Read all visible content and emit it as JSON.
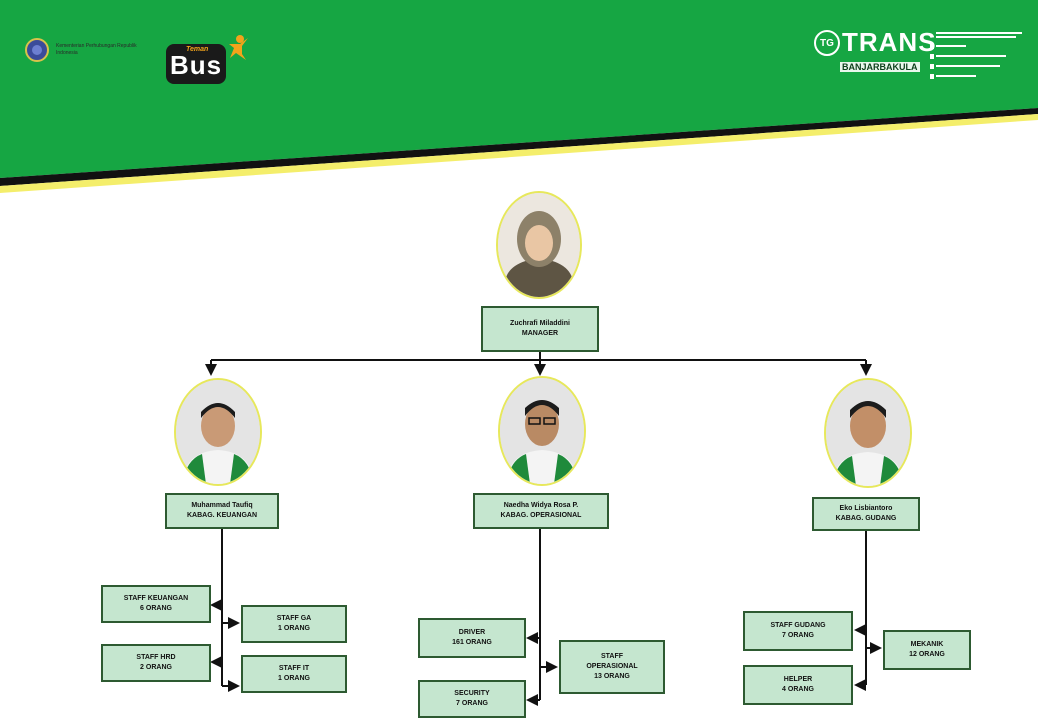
{
  "header": {
    "ministry_name": "Kementerian Perhubungan Republik Indonesia",
    "logo_left_small": "Teman",
    "logo_left_big": "Bus",
    "logo_right_mark": "TG",
    "logo_right_big": "TRANS",
    "logo_right_sub": "BANJARBAKULA",
    "colors": {
      "banner": "#16a643",
      "stripe_dark": "#111111",
      "stripe_light": "#f4ee6b"
    }
  },
  "manager": {
    "name": "Zuchrafi Miladdini",
    "role": "MANAGER"
  },
  "heads": [
    {
      "name": "Muhammad Taufiq",
      "role": "KABAG. KEUANGAN"
    },
    {
      "name": "Naedha Widya Rosa P.",
      "role": "KABAG. OPERASIONAL"
    },
    {
      "name": "Eko Lisbiantoro",
      "role": "KABAG. GUDANG"
    }
  ],
  "staff": {
    "keuangan": [
      {
        "title": "STAFF KEUANGAN",
        "count": "6 ORANG"
      },
      {
        "title": "STAFF GA",
        "count": "1 ORANG"
      },
      {
        "title": "STAFF HRD",
        "count": "2 ORANG"
      },
      {
        "title": "STAFF IT",
        "count": "1 ORANG"
      }
    ],
    "operasional": [
      {
        "title": "DRIVER",
        "count": "161 ORANG"
      },
      {
        "title": "STAFF OPERASIONAL",
        "count": "13 ORANG"
      },
      {
        "title": "SECURITY",
        "count": "7 ORANG"
      }
    ],
    "gudang": [
      {
        "title": "STAFF GUDANG",
        "count": "7 ORANG"
      },
      {
        "title": "MEKANIK",
        "count": "12 ORANG"
      },
      {
        "title": "HELPER",
        "count": "4 ORANG"
      }
    ]
  }
}
